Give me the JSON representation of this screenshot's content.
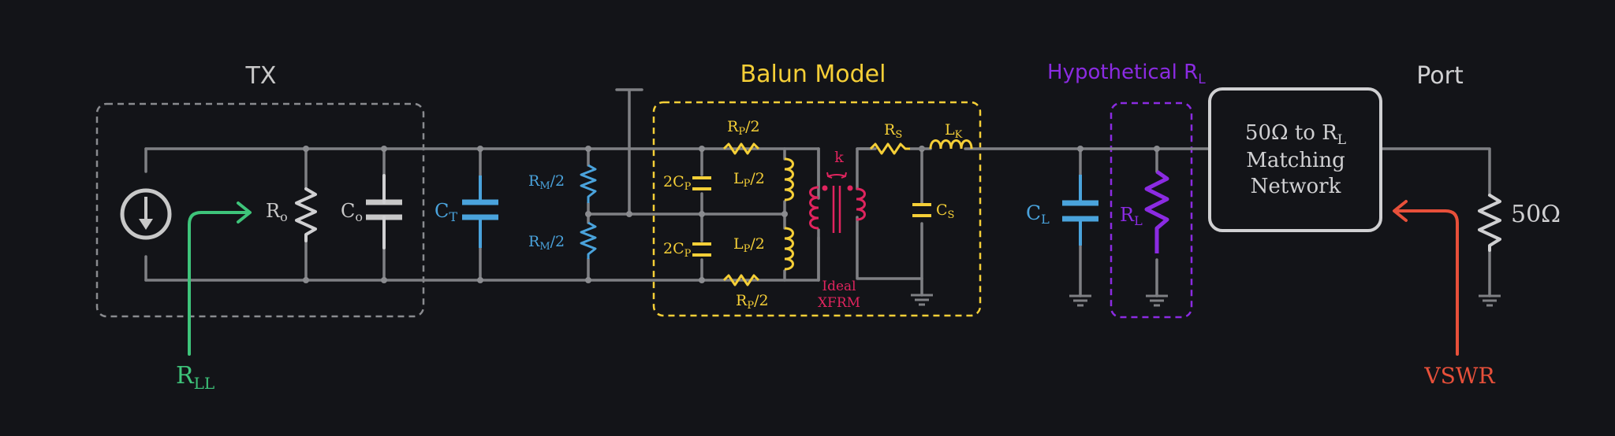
{
  "titles": {
    "tx": "TX",
    "balun": "Balun Model",
    "hyp": "Hypothetical R",
    "hyp_sub": "L",
    "port": "Port"
  },
  "labels": {
    "ro_main": "R",
    "ro_sub": "o",
    "co_main": "C",
    "co_sub": "o",
    "ct_main": "C",
    "ct_sub": "T",
    "rm1_main": "R",
    "rm1_sub": "M",
    "rm1_tail": "/2",
    "rm2_main": "R",
    "rm2_sub": "M",
    "rm2_tail": "/2",
    "rp1_main": "R",
    "rp1_sub": "P",
    "rp1_tail": "/2",
    "rp2_main": "R",
    "rp2_sub": "P",
    "rp2_tail": "/2",
    "cp1_main": "2C",
    "cp1_sub": "P",
    "cp2_main": "2C",
    "cp2_sub": "P",
    "lp1_main": "L",
    "lp1_sub": "P",
    "lp1_tail": "/2",
    "lp2_main": "L",
    "lp2_sub": "P",
    "lp2_tail": "/2",
    "k": "k",
    "rs_main": "R",
    "rs_sub": "S",
    "lk_main": "L",
    "lk_sub": "K",
    "cs_main": "C",
    "cs_sub": "S",
    "xfrm_1": "Ideal",
    "xfrm_2": "XFRM",
    "cl_main": "C",
    "cl_sub": "L",
    "rl_main": "R",
    "rl_sub": "L",
    "match_1a": "50Ω to R",
    "match_1_sub": "L",
    "match_2": "Matching",
    "match_3": "Network",
    "r50": "50Ω",
    "rll_main": "R",
    "rll_sub": "LL",
    "vswr": "VSWR"
  },
  "colors": {
    "wire": "#7f8084",
    "box": "#d0d0d2",
    "blue": "#4aa3dc",
    "yellow": "#f5cf37",
    "magenta": "#e0245e",
    "purple": "#8b2be2",
    "green": "#3ec47a",
    "red": "#e8503a",
    "tx_text": "#c8c8c8"
  }
}
